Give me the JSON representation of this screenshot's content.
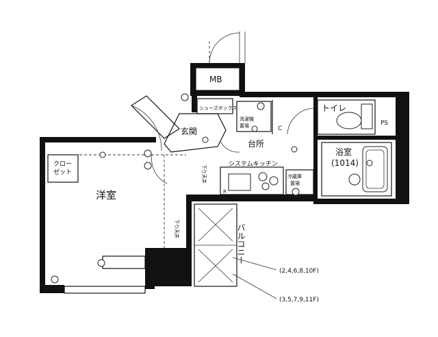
{
  "rooms": {
    "mb": "MB",
    "shoes_box": "シューズボックス",
    "entrance": "玄関",
    "washer": "洗濯機\n置場",
    "kitchen": "台所",
    "system_kitchen": "システムキッチン",
    "fridge": "冷蔵庫\n置場",
    "toilet": "トイレ",
    "ps": "PS",
    "bath": "浴室",
    "bath_size": "(1014)",
    "western_room": "洋室",
    "closet": "クロー\nゼット",
    "balcony": "バルコニー"
  },
  "annotations": {
    "floors_even": "(2,4,6,8,10F)",
    "floors_odd": "(3,5,7,9,11F)",
    "ceiling_drop_1": "下り天井",
    "ceiling_drop_2": "下り天井",
    "c_mark": "C",
    "r_mark": "R"
  }
}
